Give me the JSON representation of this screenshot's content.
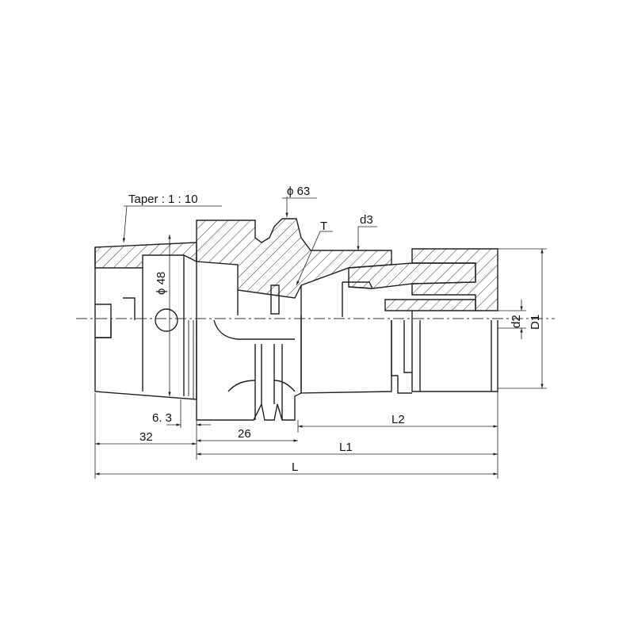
{
  "labels": {
    "taper": "Taper : 1 : 10",
    "phi63": "ϕ 63",
    "t": "T",
    "d3": "d3",
    "phi48": "ϕ 48",
    "d2": "d2",
    "d1": "D1",
    "dim_63": "6. 3",
    "dim_32": "32",
    "dim_26": "26",
    "l2": "L2",
    "l1": "L1",
    "l": "L"
  }
}
